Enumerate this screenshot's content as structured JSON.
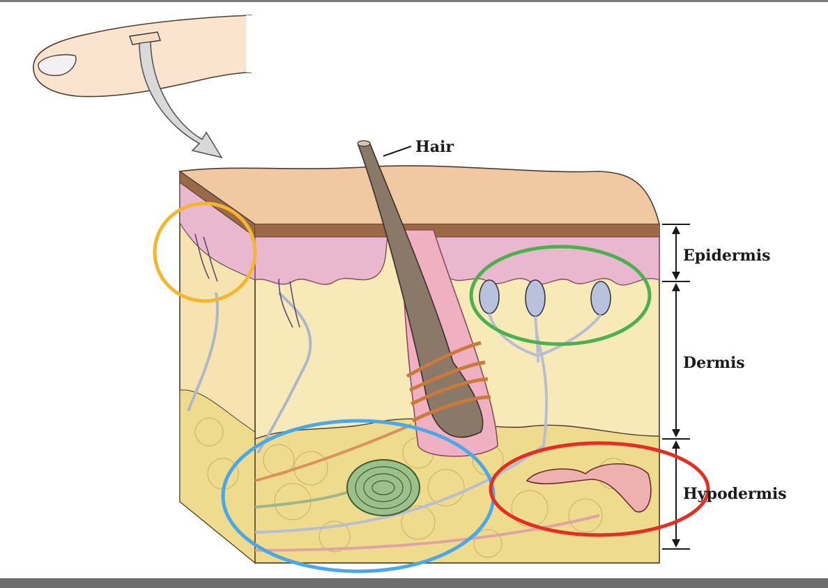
{
  "labels": {
    "hair": "Hair",
    "epidermis": "Epidermis",
    "dermis": "Dermis",
    "hypodermis": "Hypodermis"
  },
  "colors": {
    "frame_border": "#7a7a7a",
    "top_surface": "#f0c9a3",
    "stratum_corneum": "#9a6a48",
    "epidermis": "#e9b8cf",
    "dermis": "#f8eab8",
    "hypodermis": "#eedb8e",
    "hair_shaft": "#8a7868",
    "highlight_free_nerve_endings": "#f4b631",
    "highlight_meissner_corpuscles": "#4caf50",
    "highlight_pacinian_corpuscle": "#4aa8e8",
    "highlight_ruffini_endings": "#e62d22"
  }
}
